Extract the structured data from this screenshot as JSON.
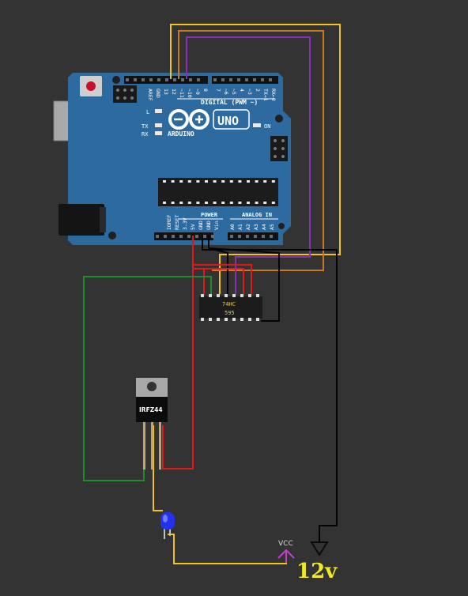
{
  "arduino": {
    "brand": "ARDUINO",
    "model": "UNO",
    "digital_label": "DIGITAL (PWM ~)",
    "power_label": "POWER",
    "analog_label": "ANALOG IN",
    "led_l": "L",
    "led_tx": "TX",
    "led_rx": "RX",
    "led_on": "ON",
    "top_pins": [
      "AREF",
      "GND",
      "13",
      "12",
      "~11",
      "~10",
      "~9",
      "8",
      "7",
      "~6",
      "~5",
      "4",
      "~3",
      "2",
      "TX→1",
      "RX←0"
    ],
    "power_pins": [
      "IOREF",
      "RESET",
      "3.3V",
      "5V",
      "GND",
      "GND",
      "Vin"
    ],
    "analog_pins": [
      "A0",
      "A1",
      "A2",
      "A3",
      "A4",
      "A5"
    ]
  },
  "shift_register": {
    "line1": "74HC",
    "line2": "595"
  },
  "mosfet": {
    "label": "IRFZ44"
  },
  "power": {
    "vcc_label": "VCC",
    "supply_label": "12v"
  },
  "colors": {
    "background": "#333333",
    "board": "#2c6aa0",
    "wire_yellow": "#f0c419",
    "wire_orange": "#c97a1e",
    "wire_purple": "#8a2fb5",
    "wire_red": "#e01818",
    "wire_black": "#050505",
    "wire_green": "#1f8c2a",
    "led_blue": "#2233ee",
    "vcc_purple": "#c23fd0"
  }
}
